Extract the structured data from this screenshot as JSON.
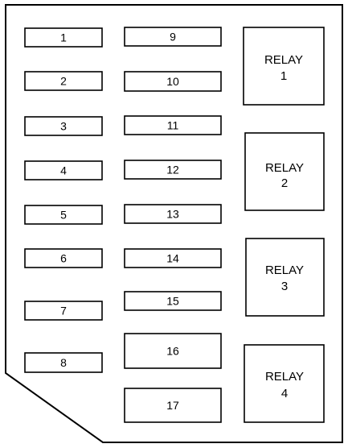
{
  "fuses": [
    {
      "label": "1"
    },
    {
      "label": "2"
    },
    {
      "label": "3"
    },
    {
      "label": "4"
    },
    {
      "label": "5"
    },
    {
      "label": "6"
    },
    {
      "label": "7"
    },
    {
      "label": "8"
    },
    {
      "label": "9"
    },
    {
      "label": "10"
    },
    {
      "label": "11"
    },
    {
      "label": "12"
    },
    {
      "label": "13"
    },
    {
      "label": "14"
    },
    {
      "label": "15"
    },
    {
      "label": "16"
    },
    {
      "label": "17"
    }
  ],
  "relays": [
    {
      "title": "RELAY",
      "number": "1"
    },
    {
      "title": "RELAY",
      "number": "2"
    },
    {
      "title": "RELAY",
      "number": "3"
    },
    {
      "title": "RELAY",
      "number": "4"
    }
  ],
  "colors": {
    "outline": "#000000",
    "background": "#ffffff"
  }
}
